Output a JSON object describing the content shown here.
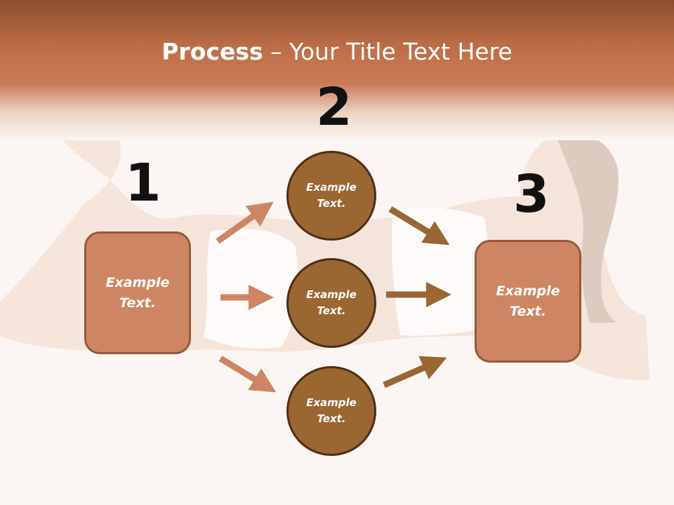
{
  "title": {
    "bold": "Process",
    "rest": " – Your Title Text Here"
  },
  "steps": {
    "one": "1",
    "two": "2",
    "three": "3"
  },
  "boxes": {
    "left": "Example Text.",
    "right": "Example Text."
  },
  "circles": {
    "top": "Example Text.",
    "middle": "Example Text.",
    "bottom": "Example Text."
  },
  "colors": {
    "header": "#bf6f48",
    "box": "#cd8563",
    "circle": "#9a6632",
    "arrow_light": "#cd8563",
    "arrow_dark": "#9a6632"
  }
}
